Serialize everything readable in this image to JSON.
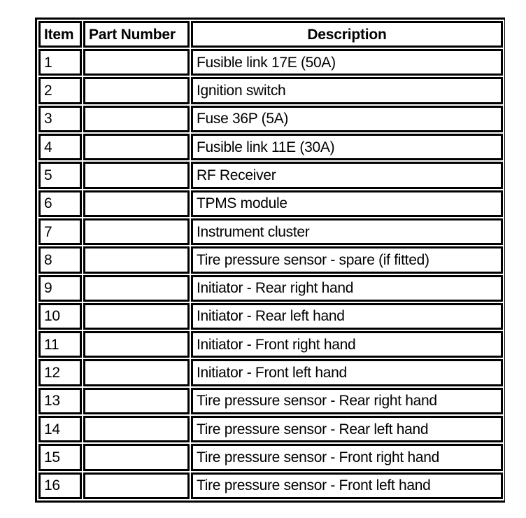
{
  "document": {
    "background_color": "#ffffff",
    "border_color": "#000000"
  },
  "table": {
    "name": "tpms-component-parts-table",
    "columns": [
      {
        "key": "item",
        "label": "Item",
        "align": "left"
      },
      {
        "key": "part_number",
        "label": "Part Number",
        "align": "left"
      },
      {
        "key": "description",
        "label": "Description",
        "align": "center"
      }
    ],
    "rows": [
      {
        "item": "1",
        "part_number": "",
        "description": "Fusible link 17E (50A)"
      },
      {
        "item": "2",
        "part_number": "",
        "description": "Ignition switch"
      },
      {
        "item": "3",
        "part_number": "",
        "description": "Fuse 36P (5A)"
      },
      {
        "item": "4",
        "part_number": "",
        "description": "Fusible link 11E (30A)"
      },
      {
        "item": "5",
        "part_number": "",
        "description": "RF Receiver"
      },
      {
        "item": "6",
        "part_number": "",
        "description": "TPMS module"
      },
      {
        "item": "7",
        "part_number": "",
        "description": "Instrument cluster"
      },
      {
        "item": "8",
        "part_number": "",
        "description": "Tire pressure sensor - spare (if fitted)"
      },
      {
        "item": "9",
        "part_number": "",
        "description": "Initiator - Rear right hand"
      },
      {
        "item": "10",
        "part_number": "",
        "description": "Initiator - Rear left hand"
      },
      {
        "item": "11",
        "part_number": "",
        "description": "Initiator - Front right hand"
      },
      {
        "item": "12",
        "part_number": "",
        "description": "Initiator - Front left hand"
      },
      {
        "item": "13",
        "part_number": "",
        "description": "Tire pressure sensor - Rear right hand"
      },
      {
        "item": "14",
        "part_number": "",
        "description": "Tire pressure sensor - Rear left hand"
      },
      {
        "item": "15",
        "part_number": "",
        "description": "Tire pressure sensor - Front right hand"
      },
      {
        "item": "16",
        "part_number": "",
        "description": "Tire pressure sensor - Front left hand"
      }
    ]
  }
}
